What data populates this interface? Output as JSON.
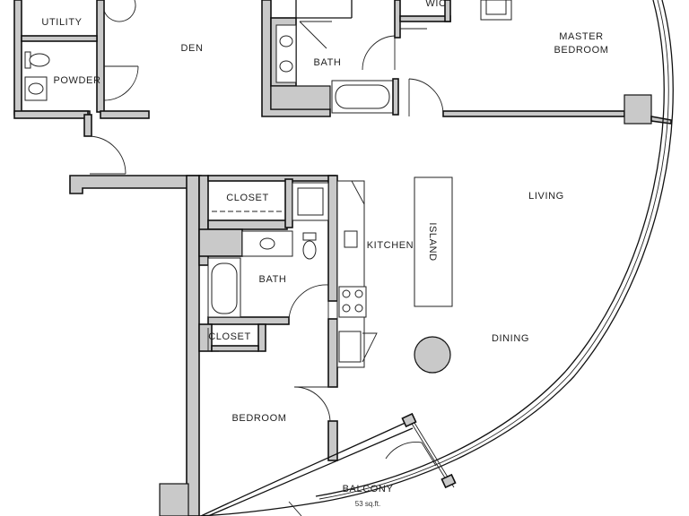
{
  "rooms": {
    "utility": "UTILITY",
    "powder": "POWDER",
    "den": "DEN",
    "bath_top": "BATH",
    "wic": "WIC",
    "master_line1": "MASTER",
    "master_line2": "BEDROOM",
    "closet_top": "CLOSET",
    "kitchen": "KITCHEN",
    "island": "ISLAND",
    "living": "LIVING",
    "bath_mid": "BATH",
    "closet_mid": "CLOSET",
    "dining": "DINING",
    "bedroom": "BEDROOM",
    "balcony": "BALCONY",
    "balcony_area": "53 sq.ft."
  }
}
